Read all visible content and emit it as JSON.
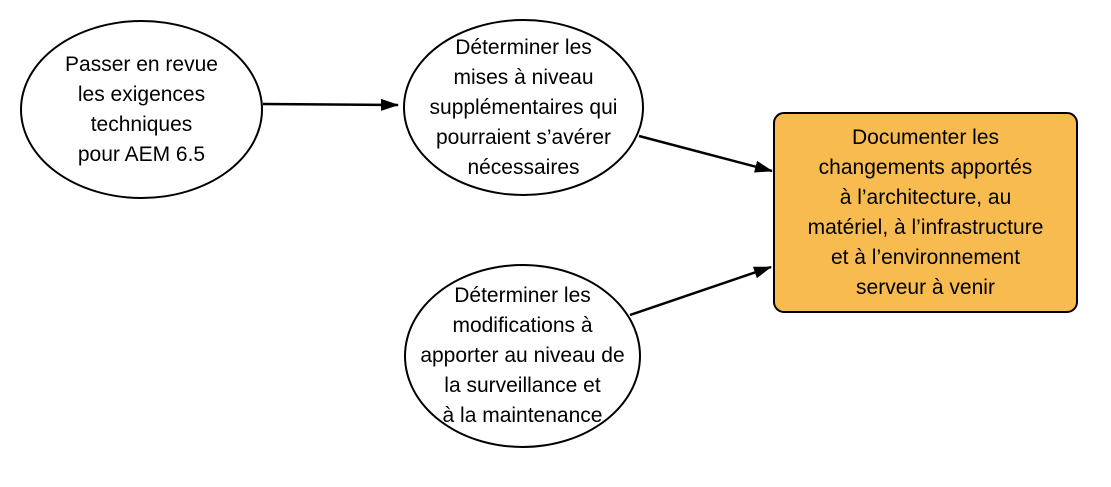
{
  "diagram": {
    "type": "flowchart",
    "background_color": "#FFFFFF",
    "stroke_color": "#000000",
    "text_color": "#000000",
    "ellipse_fill": "#FFFFFF",
    "box_fill": "#F7BB50",
    "nodes": [
      {
        "id": "review-requirements",
        "shape": "ellipse",
        "label": "Passer en revue\nles exigences\ntechniques\npour AEM 6.5"
      },
      {
        "id": "determine-upgrades",
        "shape": "ellipse",
        "label": "Déterminer les\nmises à niveau\nsupplémentaires qui\npourraient s’avérer\nnécessaires"
      },
      {
        "id": "determine-monitoring",
        "shape": "ellipse",
        "label": "Déterminer les\nmodifications à\napporter au niveau de\nla surveillance et\nà la maintenance"
      },
      {
        "id": "document-changes",
        "shape": "rounded-rectangle",
        "label": "Documenter les\nchangements apportés\nà l’architecture, au\nmatériel, à l’infrastructure\net à l’environnement\nserveur à venir"
      }
    ],
    "connections": [
      {
        "from": "review-requirements",
        "to": "determine-upgrades"
      },
      {
        "from": "determine-upgrades",
        "to": "document-changes"
      },
      {
        "from": "determine-monitoring",
        "to": "document-changes"
      }
    ]
  }
}
